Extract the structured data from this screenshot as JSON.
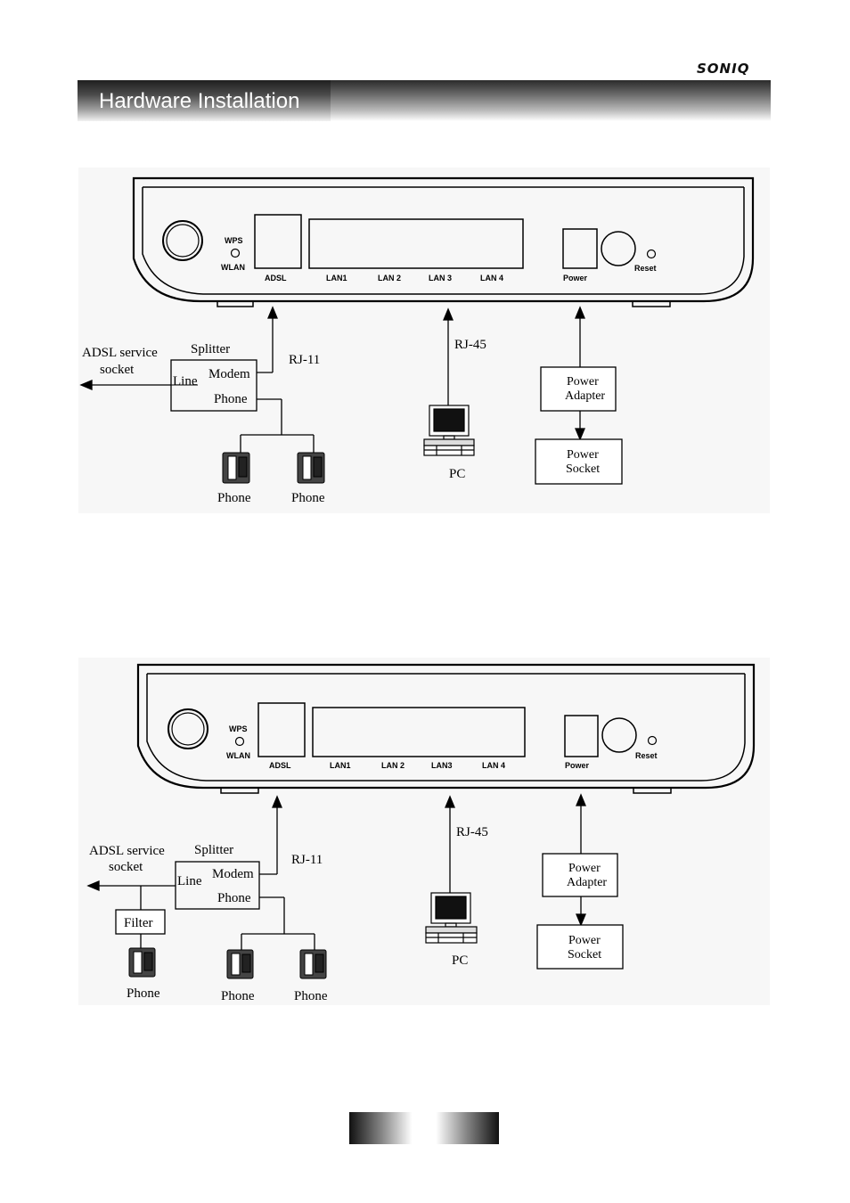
{
  "header": {
    "brand": "SONIQ",
    "title": "Hardware Installation"
  },
  "diagram1": {
    "ports": {
      "wps": "WPS",
      "wlan": "WLAN",
      "adsl": "ADSL",
      "lan1": "LAN1",
      "lan2": "LAN 2",
      "lan3": "LAN 3",
      "lan4": "LAN 4",
      "power": "Power",
      "reset": "Reset"
    },
    "splitter": "Splitter",
    "adsl_socket": [
      "ADSL service",
      "socket"
    ],
    "line": "Line",
    "modem": "Modem",
    "phone_port": "Phone",
    "rj11": "RJ-11",
    "rj45": "RJ-45",
    "power_adapter": [
      "Power",
      "Adapter"
    ],
    "power_socket": [
      "Power",
      "Socket"
    ],
    "pc": "PC",
    "phone1": "Phone",
    "phone2": "Phone"
  },
  "diagram2": {
    "ports": {
      "wps": "WPS",
      "wlan": "WLAN",
      "adsl": "ADSL",
      "lan1": "LAN1",
      "lan2": "LAN 2",
      "lan3": "LAN3",
      "lan4": "LAN 4",
      "power": "Power",
      "reset": "Reset"
    },
    "splitter": "Splitter",
    "adsl_socket": [
      "ADSL service",
      "socket"
    ],
    "line": "Line",
    "modem": "Modem",
    "phone_port": "Phone",
    "rj11": "RJ-11",
    "rj45": "RJ-45",
    "filter": "Filter",
    "power_adapter": [
      "Power",
      "Adapter"
    ],
    "power_socket": [
      "Power",
      "Socket"
    ],
    "pc": "PC",
    "phone_filter": "Phone",
    "phone1": "Phone",
    "phone2": "Phone"
  }
}
